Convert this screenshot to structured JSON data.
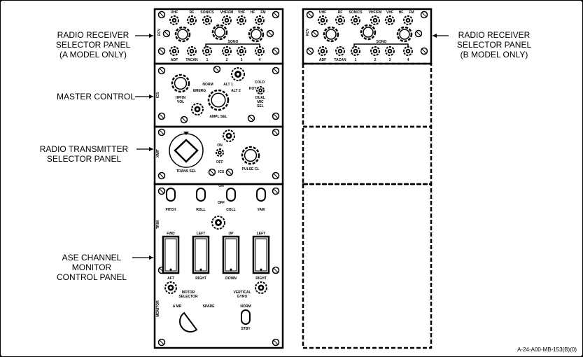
{
  "callouts": {
    "receiver_a": "RADIO RECEIVER\nSELECTOR PANEL\n(A MODEL ONLY)",
    "master": "MASTER CONTROL",
    "transmitter": "RADIO TRANSMITTER\nSELECTOR PANEL",
    "ase": "ASE CHANNEL\nMONITOR\nCONTROL PANEL",
    "receiver_b": "RADIO RECEIVER\nSELECTOR PANEL\n(B MODEL ONLY)"
  },
  "figure_id": "A-24-A00-MB-153(B)(0)",
  "receiver": {
    "top": [
      "UHF",
      "RF",
      "SONICS",
      "VHF/FM",
      "VHF",
      "HF",
      "FM"
    ],
    "bottom": [
      "ADF",
      "TACAN",
      "1",
      "2",
      "3",
      "4"
    ],
    "sono": "SONO",
    "side": "RCV"
  },
  "master": {
    "side": "ICS",
    "hphn": "HPHN\nVOL",
    "modes": [
      "NORM",
      "EMERG",
      "ALT 1",
      "ALT 2"
    ],
    "ampl": "AMPL SEL",
    "cold": "COLD",
    "hot": "HOT",
    "dual": "DUAL\nMIC\nSEL"
  },
  "transmitter": {
    "side": "XMIT",
    "trans_sel": "TRANS SEL",
    "on": "ON",
    "off": "OFF",
    "ics": "ICS",
    "pulse": "PULSE CL"
  },
  "ase": {
    "on": "ON",
    "off": "OFF",
    "channels": [
      "PITCH",
      "ROLL",
      "COLL",
      "YAW"
    ],
    "top": [
      "FWD",
      "LEFT",
      "UP",
      "LEFT"
    ],
    "bottom": [
      "AFT",
      "RIGHT",
      "DOWN",
      "RIGHT"
    ],
    "side_top": "TRIM",
    "side_bottom": "MONITOR",
    "motor": "MOTOR\nSELECTOR",
    "a_mr": "A MR",
    "spare": "SPARE",
    "vgyro": "VERTICAL\nGYRO",
    "norm": "NORM",
    "stby": "STBY"
  }
}
